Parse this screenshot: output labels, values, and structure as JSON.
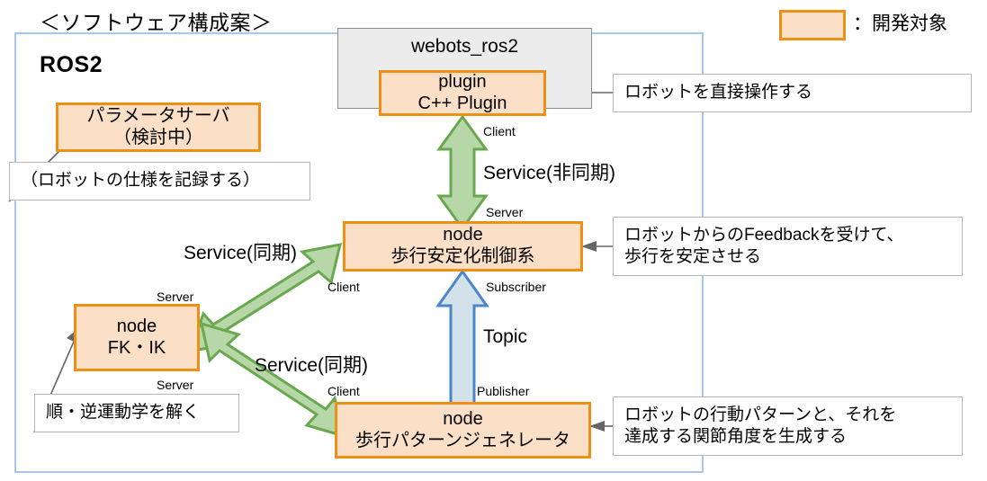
{
  "title": "＜ソフトウェア構成案＞",
  "legend": {
    "swatch_name": "development-target-swatch",
    "label": "：開発対象",
    "swatch_fill": "#fbdfc6",
    "swatch_border": "#ef9016"
  },
  "frame": {
    "label": "ROS2",
    "border_color": "#a9c8e8"
  },
  "package": {
    "label": "webots_ros2",
    "fill": "#ececec",
    "border": "#8d8d8d"
  },
  "nodes": {
    "plugin": {
      "line1": "plugin",
      "line2": "C++ Plugin"
    },
    "param_server": {
      "line1": "パラメータサーバ",
      "line2": "（検討中）"
    },
    "control": {
      "line1": "node",
      "line2": "歩行安定化制御系"
    },
    "fkik": {
      "line1": "node",
      "line2": "FK・IK"
    },
    "generator": {
      "line1": "node",
      "line2": "歩行パターンジェネレータ"
    }
  },
  "callouts": {
    "plugin_note": "ロボットを直接操作する",
    "control_note_l1": "ロボットからのFeedbackを受けて、",
    "control_note_l2": "歩行を安定させる",
    "generator_note_l1": "ロボットの行動パターンと、それを",
    "generator_note_l2": "達成する関節角度を生成する",
    "param_note": "（ロボットの仕様を記録する）",
    "fkik_note": "順・逆運動学を解く"
  },
  "edges": {
    "plugin_control": {
      "type": "Service(非同期)",
      "from_role": "Client",
      "to_role": "Server",
      "color_fill": "#b7d7a8",
      "color_border": "#6aa84f"
    },
    "control_fkik": {
      "type": "Service(同期)",
      "from_role": "Client",
      "to_role": "Server",
      "color_fill": "#b7d7a8",
      "color_border": "#6aa84f"
    },
    "generator_fkik": {
      "type": "Service(同期)",
      "from_role": "Client",
      "to_role": "Server",
      "color_fill": "#b7d7a8",
      "color_border": "#6aa84f"
    },
    "generator_control": {
      "type": "Topic",
      "from_role": "Publisher",
      "to_role": "Subscriber",
      "color_fill": "#d3e2ea",
      "color_border": "#4a86c8"
    }
  },
  "roles": {
    "client": "Client",
    "server": "Server",
    "subscriber": "Subscriber",
    "publisher": "Publisher"
  }
}
